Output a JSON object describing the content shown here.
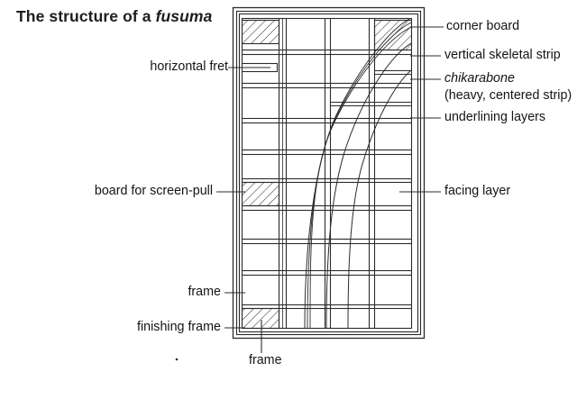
{
  "figure": {
    "title_plain": "The structure of a ",
    "title_italic": "fusuma",
    "subject": "fusuma",
    "diagram_type": "cutaway-construction-drawing"
  },
  "labels": {
    "horizontal_fret": "horizontal fret",
    "board_for_screen_pull": "board for screen-pull",
    "frame_mid": "frame",
    "finishing_frame": "finishing frame",
    "frame_bottom": "frame",
    "corner_board": "corner board",
    "vertical_skeletal_strip": "vertical skeletal strip",
    "chikarabone": "chikarabone",
    "chikarabone_note": "(heavy, centered strip)",
    "underlining_layers": "underlining layers",
    "facing_layer": "facing layer"
  },
  "colors": {
    "ink": "#1a1a1a",
    "line": "#2b2b2b",
    "hatch": "#333333",
    "paper": "#ffffff"
  }
}
